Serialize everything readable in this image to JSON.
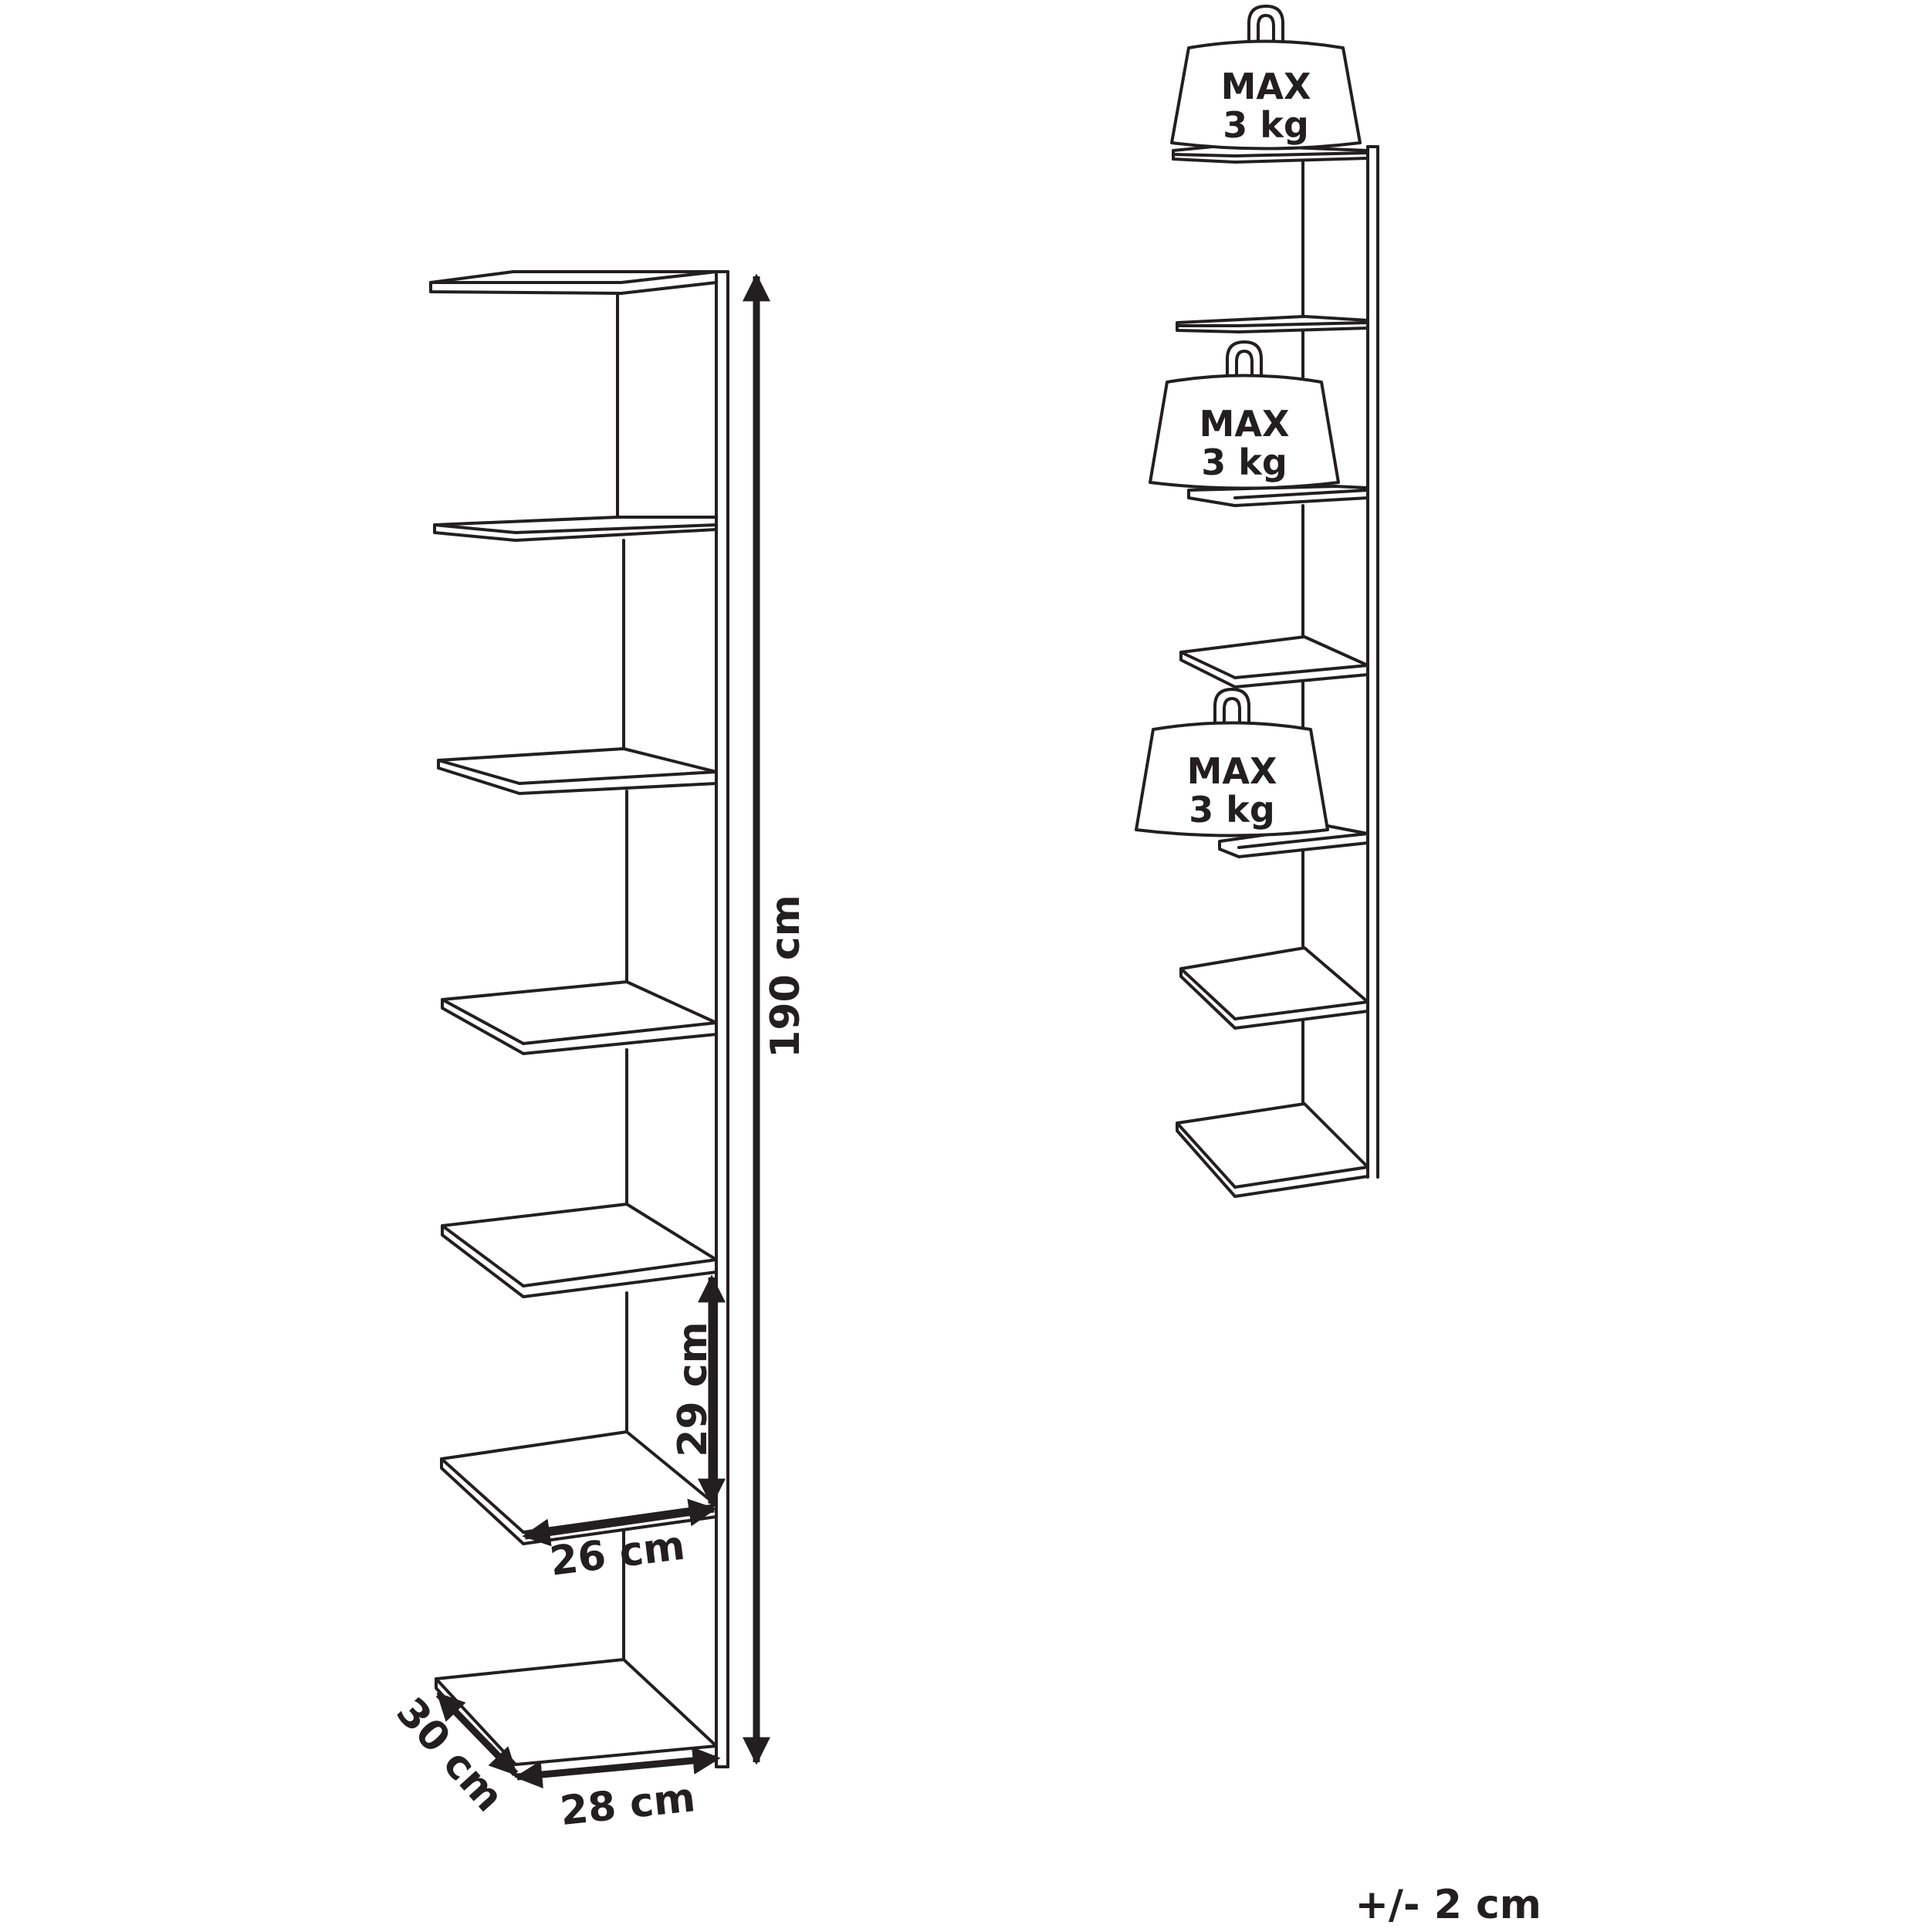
{
  "dimensions": {
    "height": "190 cm",
    "spacing": "29 cm",
    "shelf_width": "26 cm",
    "base_width": "28 cm",
    "depth": "30 cm"
  },
  "load_limits": [
    {
      "line1": "MAX",
      "line2": "3 kg"
    },
    {
      "line1": "MAX",
      "line2": "3 kg"
    },
    {
      "line1": "MAX",
      "line2": "3 kg"
    }
  ],
  "tolerance": "+/- 2 cm"
}
